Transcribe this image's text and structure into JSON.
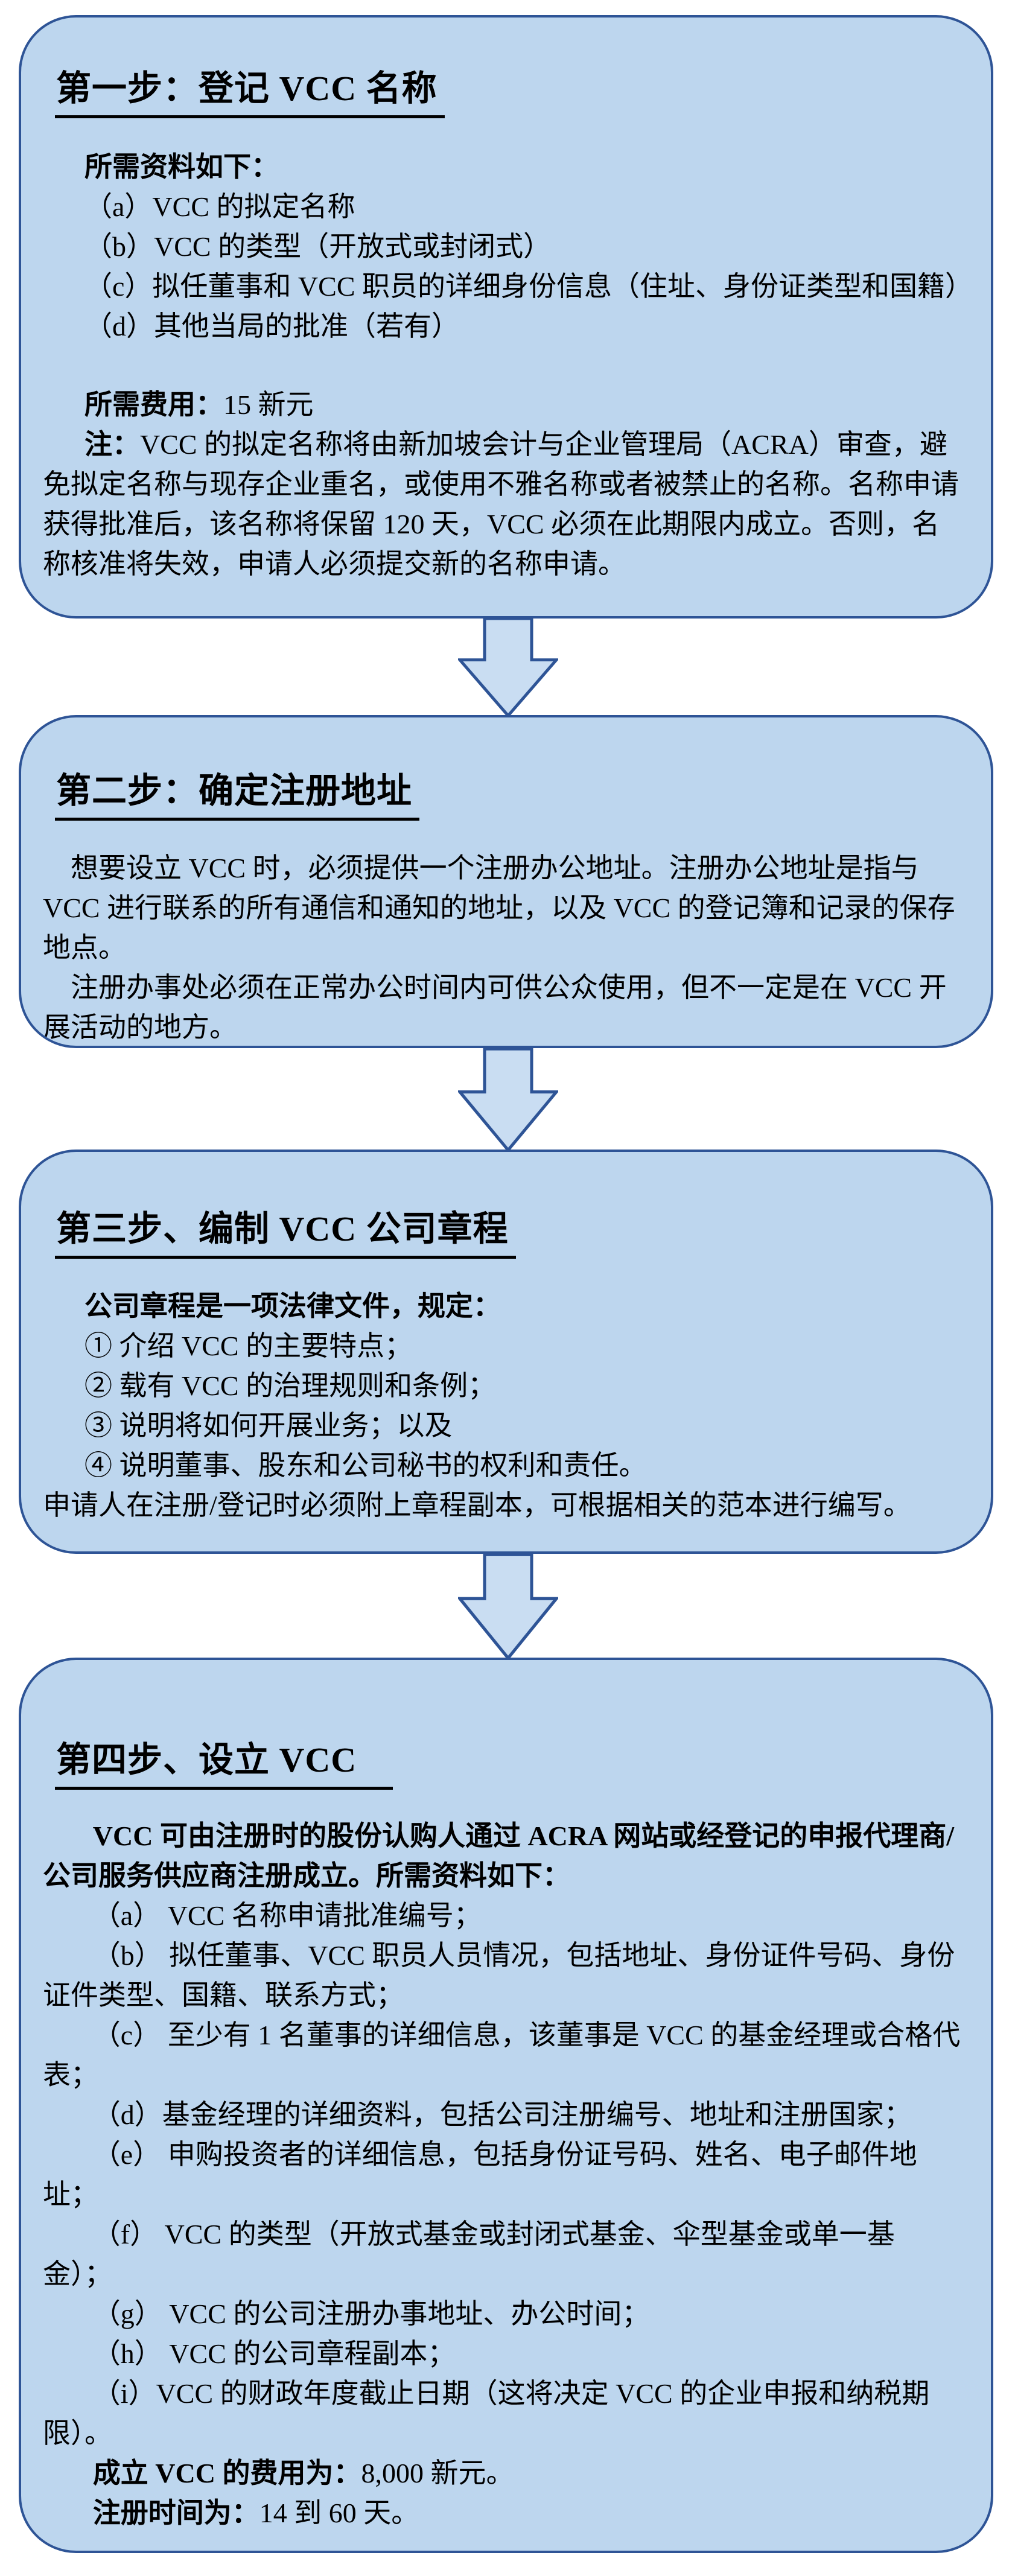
{
  "colors": {
    "box_fill": "#BDD6EE",
    "box_border": "#2E5496",
    "arrow_fill": "#C9DDF2",
    "text": "#000000"
  },
  "steps": [
    {
      "title": "第一步：登记 VCC 名称",
      "requirements_heading": "所需资料如下：",
      "items": [
        "（a）VCC 的拟定名称",
        "（b）VCC 的类型（开放式或封闭式）",
        "（c）拟任董事和 VCC 职员的详细身份信息（住址、身份证类型和国籍）",
        "（d）其他当局的批准（若有）"
      ],
      "fee_label": "所需费用：",
      "fee_value": "15 新元",
      "note_label": "注：",
      "note_text": "VCC 的拟定名称将由新加坡会计与企业管理局（ACRA）审查，避免拟定名称与现存企业重名，或使用不雅名称或者被禁止的名称。名称申请获得批准后，该名称将保留 120 天，VCC 必须在此期限内成立。否则，名称核准将失效，申请人必须提交新的名称申请。"
    },
    {
      "title": "第二步：确定注册地址",
      "paragraphs": [
        "想要设立 VCC 时，必须提供一个注册办公地址。注册办公地址是指与 VCC 进行联系的所有通信和通知的地址，以及 VCC 的登记簿和记录的保存地点。",
        "注册办事处必须在正常办公时间内可供公众使用，但不一定是在 VCC 开展活动的地方。"
      ]
    },
    {
      "title": "第三步、编制 VCC 公司章程",
      "intro": "公司章程是一项法律文件，规定：",
      "items": [
        "① 介绍 VCC 的主要特点；",
        "② 载有 VCC 的治理规则和条例；",
        "③ 说明将如何开展业务；以及",
        "④ 说明董事、股东和公司秘书的权利和责任。"
      ],
      "outro": "申请人在注册/登记时必须附上章程副本，可根据相关的范本进行编写。"
    },
    {
      "title": "第四步、设立 VCC",
      "intro": "VCC 可由注册时的股份认购人通过 ACRA 网站或经登记的申报代理商/公司服务供应商注册成立。所需资料如下：",
      "items": [
        "（a） VCC 名称申请批准编号；",
        "（b） 拟任董事、VCC 职员人员情况，包括地址、身份证件号码、身份证件类型、国籍、联系方式；",
        "（c） 至少有 1 名董事的详细信息，该董事是 VCC 的基金经理或合格代表；",
        "（d）基金经理的详细资料，包括公司注册编号、地址和注册国家；",
        "（e） 申购投资者的详细信息，包括身份证号码、姓名、电子邮件地址；",
        "（f） VCC 的类型（开放式基金或封闭式基金、伞型基金或单一基金）；",
        "（g） VCC 的公司注册办事地址、办公时间；",
        "（h） VCC 的公司章程副本；",
        "（i）VCC 的财政年度截止日期（这将决定 VCC 的企业申报和纳税期限）。"
      ],
      "fee_label": "成立 VCC 的费用为：",
      "fee_value": "8,000 新元。",
      "time_label": "注册时间为：",
      "time_value": "14 到 60 天。"
    }
  ]
}
